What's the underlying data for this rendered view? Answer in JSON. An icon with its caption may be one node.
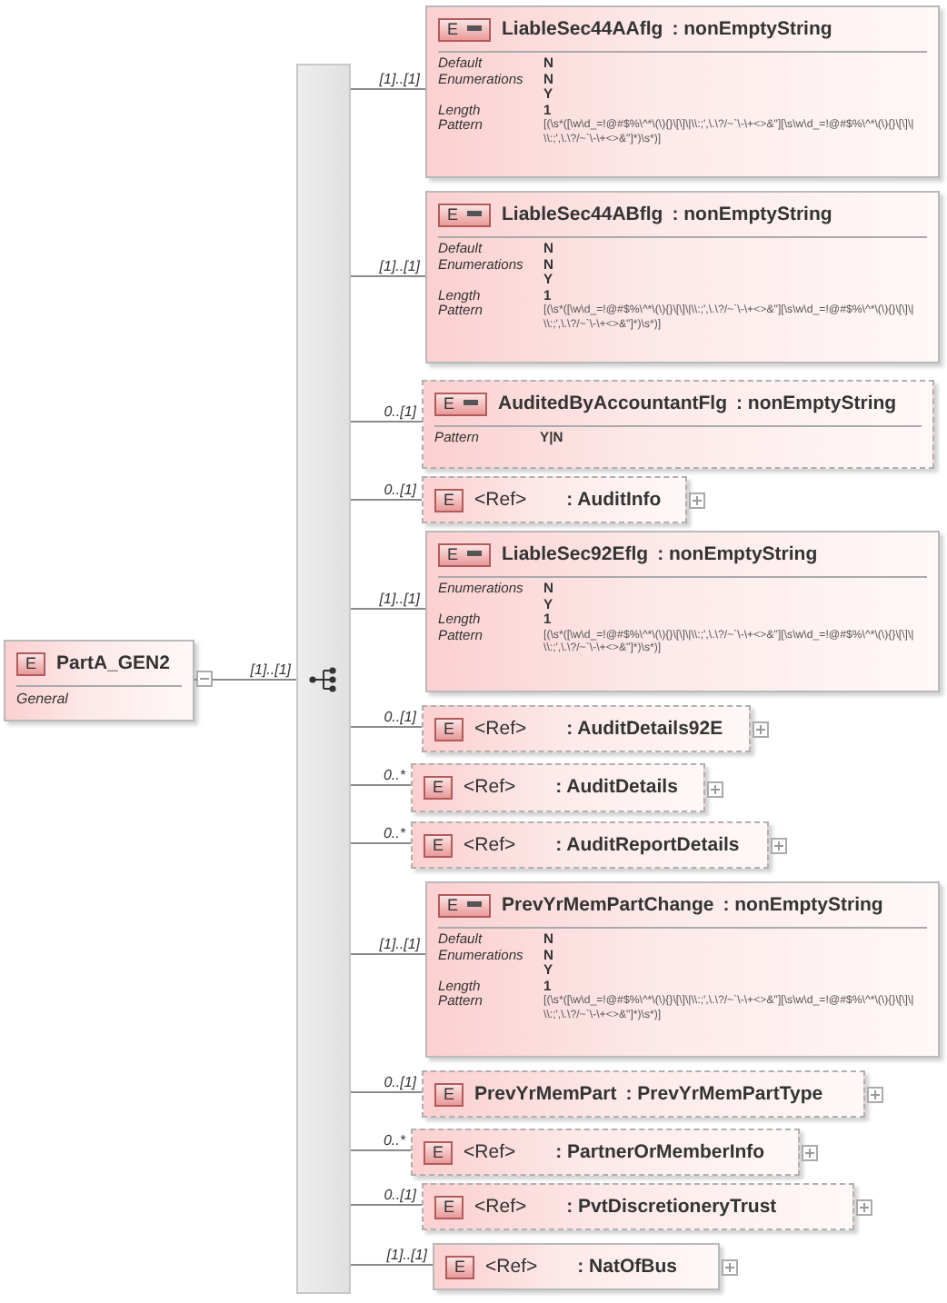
{
  "diagram": {
    "nodes": [
      {
        "text": [
          "E",
          "PartA_GEN2",
          "General"
        ]
      },
      {
        "text": [],
        "shape": "bar"
      },
      {
        "text": [
          "E",
          "LiableSec44AAflg",
          ": nonEmptyString",
          "Default",
          "N",
          "Enumerations",
          "N",
          "Y",
          "Length",
          "1",
          "Pattern",
          "[(\\s*([\\w\\d_=!@#$%\\^*\\(\\){}\\[\\]\\|\\\\:;',\\.\\?/~`\\-\\+<>&\"][\\s\\w\\d_=!@#$%\\^*\\(\\){}\\[\\]\\|\\\\:;',\\.\\?/~`\\-\\+<>&\"]*)\\s*)]"
        ]
      },
      {
        "text": [
          "E",
          "LiableSec44ABflg",
          ": nonEmptyString",
          "Default",
          "N",
          "Enumerations",
          "N",
          "Y",
          "Length",
          "1",
          "Pattern",
          "[(\\s*([\\w\\d_=!@#$%\\^*\\(\\){}\\[\\]\\|\\\\:;',\\.\\?/~`\\-\\+<>&\"][\\s\\w\\d_=!@#$%\\^*\\(\\){}\\[\\]\\|\\\\:;',\\.\\?/~`\\-\\+<>&\"]*)\\s*)]"
        ]
      },
      {
        "text": [
          "E",
          "AuditedByAccountantFlg",
          ": nonEmptyString",
          "Pattern",
          "Y|N"
        ]
      },
      {
        "text": [
          "E",
          "<Ref>",
          ": AuditInfo"
        ]
      },
      {
        "text": [
          "E",
          "LiableSec92Eflg",
          ": nonEmptyString",
          "Enumerations",
          "N",
          "Y",
          "Length",
          "1",
          "Pattern",
          "[(\\s*([\\w\\d_=!@#$%\\^*\\(\\){}\\[\\]\\|\\\\:;',\\.\\?/~`\\-\\+<>&\"][\\s\\w\\d_=!@#$%\\^*\\(\\){}\\[\\]\\|\\\\:;',\\.\\?/~`\\-\\+<>&\"]*)\\s*)]"
        ]
      },
      {
        "text": [
          "E",
          "<Ref>",
          ": AuditDetails92E"
        ]
      },
      {
        "text": [
          "E",
          "<Ref>",
          ": AuditDetails"
        ]
      },
      {
        "text": [
          "E",
          "<Ref>",
          ": AuditReportDetails"
        ]
      },
      {
        "text": [
          "E",
          "PrevYrMemPartChange",
          ": nonEmptyString",
          "Default",
          "N",
          "Enumerations",
          "N",
          "Y",
          "Length",
          "1",
          "Pattern",
          "[(\\s*([\\w\\d_=!@#$%\\^*\\(\\){}\\[\\]\\|\\\\:;',\\.\\?/~`\\-\\+<>&\"][\\s\\w\\d_=!@#$%\\^*\\(\\){}\\[\\]\\|\\\\:;',\\.\\?/~`\\-\\+<>&\"]*)\\s*)]"
        ]
      },
      {
        "text": [
          "E",
          "PrevYrMemPart",
          ": PrevYrMemPartType"
        ]
      },
      {
        "text": [
          "E",
          "<Ref>",
          ": PartnerOrMemberInfo"
        ]
      },
      {
        "text": [
          "E",
          "<Ref>",
          ": PvtDiscretioneryTrust"
        ]
      },
      {
        "text": [
          "E",
          "<Ref>",
          ": NatOfBus"
        ]
      }
    ],
    "edges": [
      {
        "from": 0,
        "to": 1,
        "arrow": "none",
        "label": "[1]..[1]"
      },
      {
        "from": 1,
        "to": 2,
        "arrow": "none",
        "label": "[1]..[1]"
      },
      {
        "from": 1,
        "to": 3,
        "arrow": "none",
        "label": "[1]..[1]"
      },
      {
        "from": 1,
        "to": 4,
        "arrow": "none",
        "label": "0..[1]"
      },
      {
        "from": 1,
        "to": 5,
        "arrow": "none",
        "label": "0..[1]"
      },
      {
        "from": 1,
        "to": 6,
        "arrow": "none",
        "label": "[1]..[1]"
      },
      {
        "from": 1,
        "to": 7,
        "arrow": "none",
        "label": "0..[1]"
      },
      {
        "from": 1,
        "to": 8,
        "arrow": "none",
        "label": "0..*"
      },
      {
        "from": 1,
        "to": 9,
        "arrow": "none",
        "label": "0..*"
      },
      {
        "from": 1,
        "to": 10,
        "arrow": "none",
        "label": "[1]..[1]"
      },
      {
        "from": 1,
        "to": 11,
        "arrow": "none",
        "label": "0..[1]"
      },
      {
        "from": 1,
        "to": 12,
        "arrow": "none",
        "label": "0..*"
      },
      {
        "from": 1,
        "to": 13,
        "arrow": "none",
        "label": "0..[1]"
      },
      {
        "from": 1,
        "to": 14,
        "arrow": "none",
        "label": "[1]..[1]"
      }
    ]
  }
}
